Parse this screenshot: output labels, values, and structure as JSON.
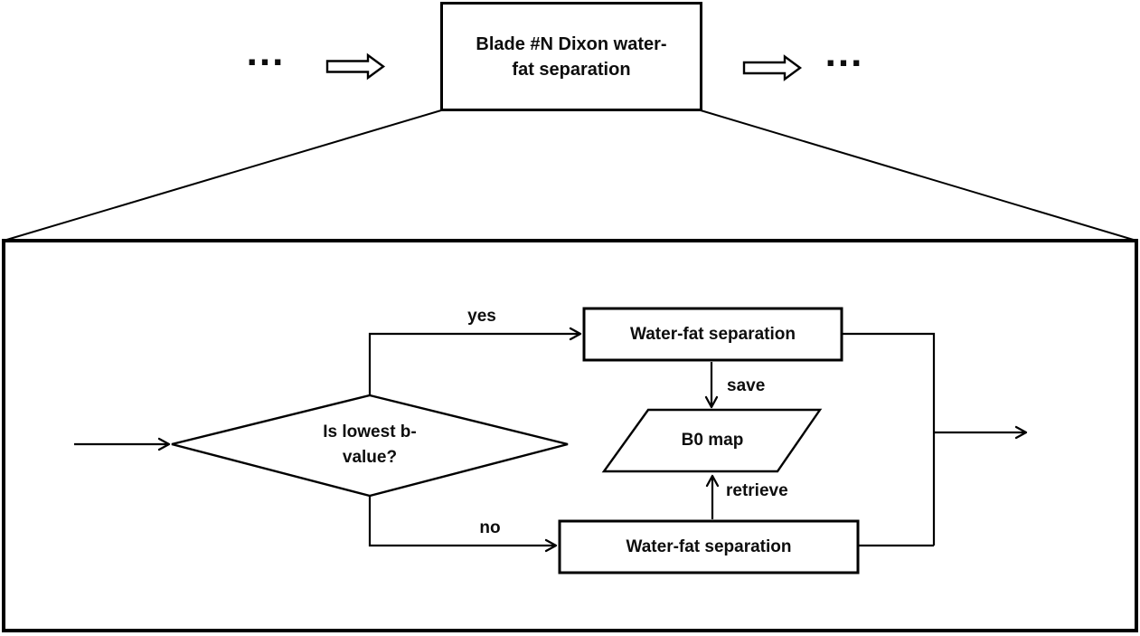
{
  "top_chain": {
    "left_ellipsis": "...",
    "right_ellipsis": "...",
    "box": {
      "line1": "Blade #N Dixon water-",
      "line2": "fat separation"
    }
  },
  "flowchart": {
    "decision": {
      "line1": "Is lowest b-",
      "line2": "value?"
    },
    "branch_yes_label": "yes",
    "branch_no_label": "no",
    "process_top": "Water-fat separation",
    "process_bottom": "Water-fat separation",
    "data_item": "B0 map",
    "edge_save_label": "save",
    "edge_retrieve_label": "retrieve"
  },
  "colors": {
    "stroke": "#000000",
    "background": "#ffffff",
    "text": "#0d0d0d"
  }
}
